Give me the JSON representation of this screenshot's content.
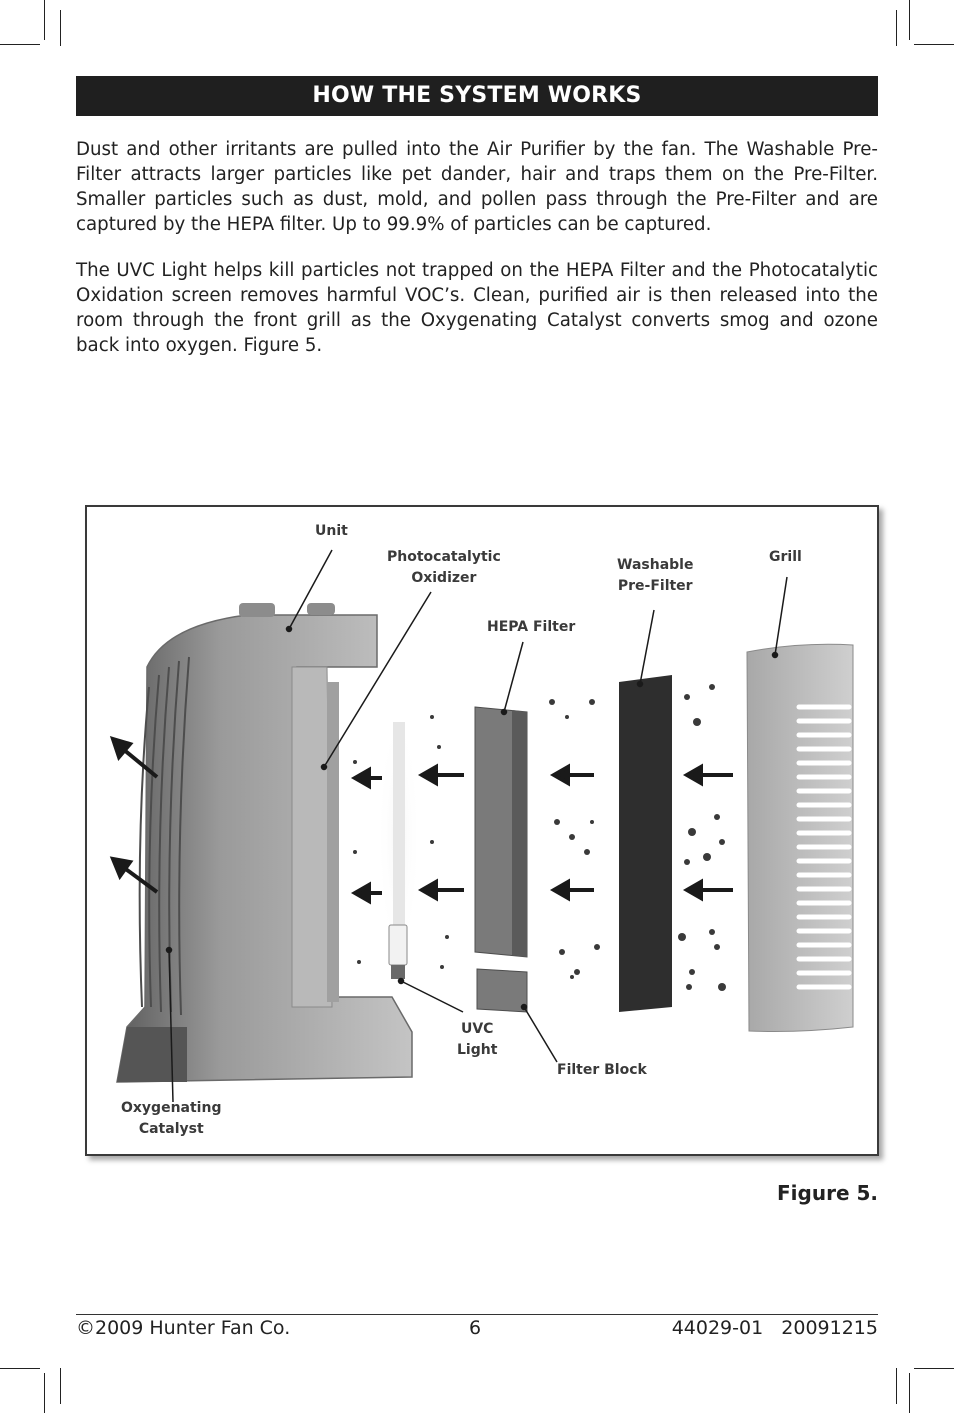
{
  "header": {
    "title": "HOW THE SYSTEM WORKS"
  },
  "body": {
    "paragraph_1": "Dust and other irritants are pulled into the Air Purifier by the fan. The Washable Pre-Filter attracts larger particles like pet dander, hair and traps them on the Pre-Filter. Smaller particles such as dust, mold, and pollen pass through the Pre-Filter and are captured by the HEPA filter. Up to 99.9% of particles can be captured.",
    "paragraph_2": "The UVC Light helps kill particles not trapped on the HEPA Filter and the Photocatalytic Oxidation screen removes harmful VOC’s. Clean, purified air is then released into the room through the front grill as the Oxygenating Catalyst converts smog and ozone back into oxygen. Figure 5."
  },
  "figure": {
    "labels": {
      "unit": "Unit",
      "photocatalytic_l1": "Photocatalytic",
      "photocatalytic_l2": "Oxidizer",
      "washable_l1": "Washable",
      "washable_l2": "Pre-Filter",
      "grill": "Grill",
      "hepa": "HEPA Filter",
      "uvc_l1": "UVC",
      "uvc_l2": "Light",
      "filter_block": "Filter Block",
      "oxygenating_l1": "Oxygenating",
      "oxygenating_l2": "Catalyst"
    },
    "caption": "Figure 5."
  },
  "footer": {
    "copyright": "©2009 Hunter Fan Co.",
    "page_number": "6",
    "doc_code": "44029-01   20091215"
  }
}
